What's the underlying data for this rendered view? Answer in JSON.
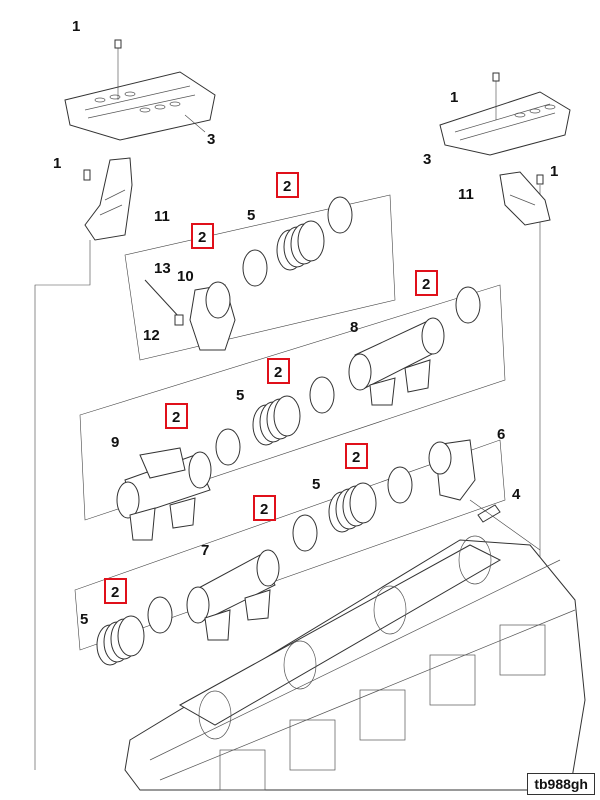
{
  "diagram_id": "tb988gh",
  "highlight_color": "#e0101a",
  "callouts": [
    {
      "text": "1",
      "boxed": false
    },
    {
      "text": "3",
      "boxed": false
    },
    {
      "text": "1",
      "boxed": false
    },
    {
      "text": "11",
      "boxed": false
    },
    {
      "text": "2",
      "boxed": true
    },
    {
      "text": "5",
      "boxed": false
    },
    {
      "text": "2",
      "boxed": true
    },
    {
      "text": "13",
      "boxed": false
    },
    {
      "text": "10",
      "boxed": false
    },
    {
      "text": "12",
      "boxed": false
    },
    {
      "text": "2",
      "boxed": true
    },
    {
      "text": "8",
      "boxed": false
    },
    {
      "text": "2",
      "boxed": true
    },
    {
      "text": "5",
      "boxed": false
    },
    {
      "text": "2",
      "boxed": true
    },
    {
      "text": "9",
      "boxed": false
    },
    {
      "text": "2",
      "boxed": true
    },
    {
      "text": "6",
      "boxed": false
    },
    {
      "text": "4",
      "boxed": false
    },
    {
      "text": "5",
      "boxed": false
    },
    {
      "text": "2",
      "boxed": true
    },
    {
      "text": "7",
      "boxed": false
    },
    {
      "text": "2",
      "boxed": true
    },
    {
      "text": "5",
      "boxed": false
    },
    {
      "text": "1",
      "boxed": false
    },
    {
      "text": "3",
      "boxed": false
    },
    {
      "text": "1",
      "boxed": false
    },
    {
      "text": "11",
      "boxed": false
    }
  ]
}
